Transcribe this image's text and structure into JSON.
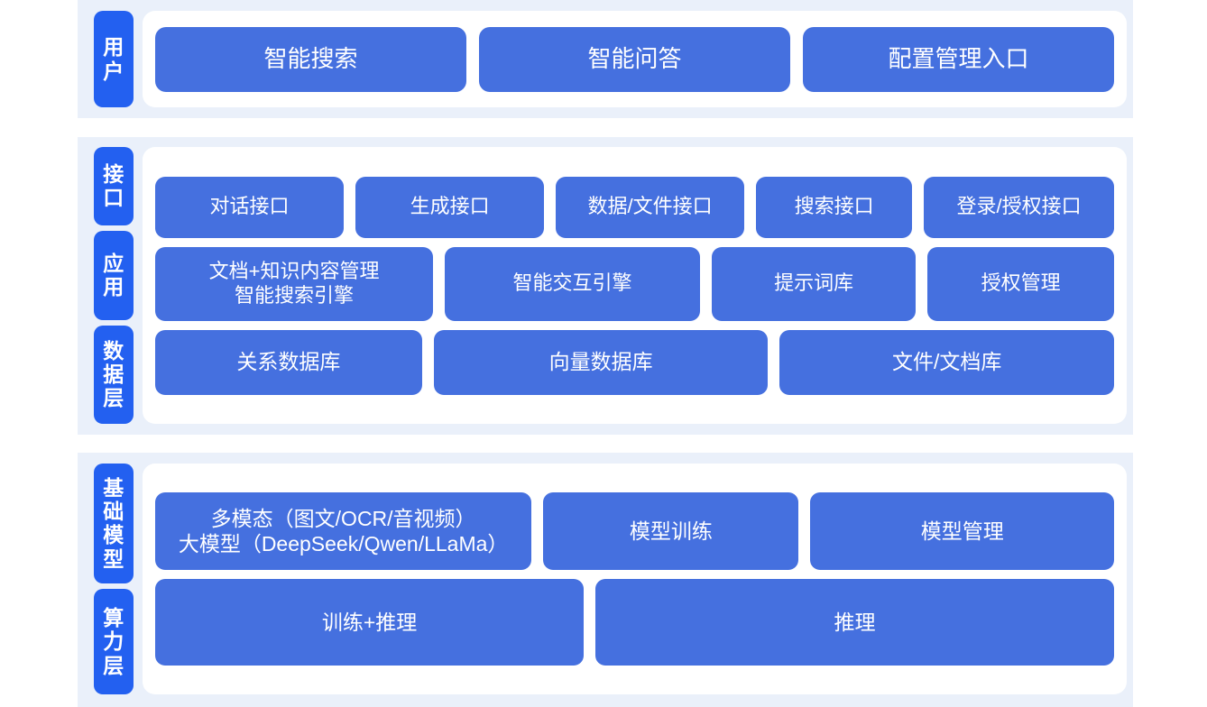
{
  "colors": {
    "page_background": "#ffffff",
    "band_background": "#eaf0fa",
    "card_background": "#ffffff",
    "tab_blue": "#2360f0",
    "box_blue": "#4570df",
    "text_on_blue": "#ffffff"
  },
  "sections": [
    {
      "id": "user-layer",
      "tabs": [
        {
          "label": "用户"
        }
      ],
      "rows": [
        {
          "id": "user-entries",
          "boxes": [
            {
              "label": "智能搜索"
            },
            {
              "label": "智能问答"
            },
            {
              "label": "配置管理入口"
            }
          ]
        }
      ]
    },
    {
      "id": "platform-layer",
      "tabs": [
        {
          "label": "接口"
        },
        {
          "label": "应用"
        },
        {
          "label": "数据层"
        }
      ],
      "rows": [
        {
          "id": "interface-row",
          "boxes": [
            {
              "label": "对话接口"
            },
            {
              "label": "生成接口"
            },
            {
              "label": "数据/文件接口"
            },
            {
              "label": "搜索接口"
            },
            {
              "label": "登录/授权接口"
            }
          ]
        },
        {
          "id": "application-row",
          "boxes": [
            {
              "label": "文档+知识内容管理\n智能搜索引擎"
            },
            {
              "label": "智能交互引擎"
            },
            {
              "label": "提示词库"
            },
            {
              "label": "授权管理"
            }
          ]
        },
        {
          "id": "data-row",
          "boxes": [
            {
              "label": "关系数据库"
            },
            {
              "label": "向量数据库"
            },
            {
              "label": "文件/文档库"
            }
          ]
        }
      ]
    },
    {
      "id": "infrastructure-layer",
      "tabs": [
        {
          "label": "基础模型"
        },
        {
          "label": "算力层"
        }
      ],
      "rows": [
        {
          "id": "model-row",
          "boxes": [
            {
              "label": "多模态（图文/OCR/音视频）\n大模型（DeepSeek/Qwen/LLaMa）"
            },
            {
              "label": "模型训练"
            },
            {
              "label": "模型管理"
            }
          ]
        },
        {
          "id": "compute-row",
          "boxes": [
            {
              "label": "训练+推理"
            },
            {
              "label": "推理"
            }
          ]
        }
      ]
    }
  ]
}
